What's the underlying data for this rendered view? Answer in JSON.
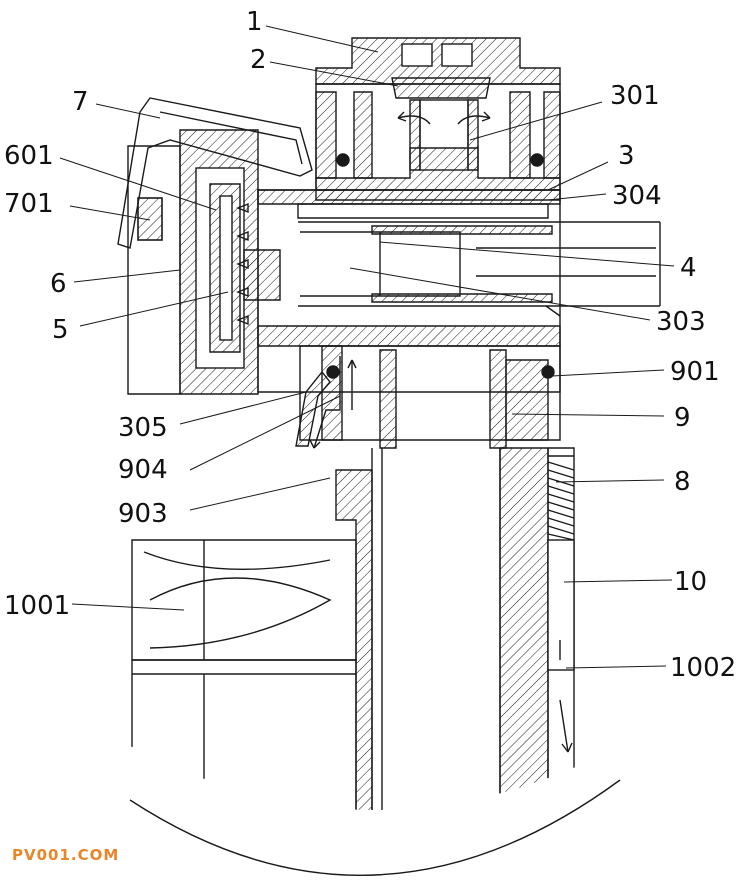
{
  "diagram": {
    "callouts": [
      {
        "id": "c-1",
        "label": "1"
      },
      {
        "id": "c-2",
        "label": "2"
      },
      {
        "id": "c-301",
        "label": "301"
      },
      {
        "id": "c-7",
        "label": "7"
      },
      {
        "id": "c-3",
        "label": "3"
      },
      {
        "id": "c-601",
        "label": "601"
      },
      {
        "id": "c-304",
        "label": "304"
      },
      {
        "id": "c-701",
        "label": "701"
      },
      {
        "id": "c-4",
        "label": "4"
      },
      {
        "id": "c-6",
        "label": "6"
      },
      {
        "id": "c-303",
        "label": "303"
      },
      {
        "id": "c-5",
        "label": "5"
      },
      {
        "id": "c-901",
        "label": "901"
      },
      {
        "id": "c-305",
        "label": "305"
      },
      {
        "id": "c-9",
        "label": "9"
      },
      {
        "id": "c-904",
        "label": "904"
      },
      {
        "id": "c-8",
        "label": "8"
      },
      {
        "id": "c-903",
        "label": "903"
      },
      {
        "id": "c-10",
        "label": "10"
      },
      {
        "id": "c-1001",
        "label": "1001"
      },
      {
        "id": "c-1002",
        "label": "1002"
      }
    ],
    "line_color": "#1a1a1a",
    "hatch_color": "#1a1a1a"
  },
  "watermark": {
    "text": "PV001.COM",
    "color": "#e8862a"
  }
}
